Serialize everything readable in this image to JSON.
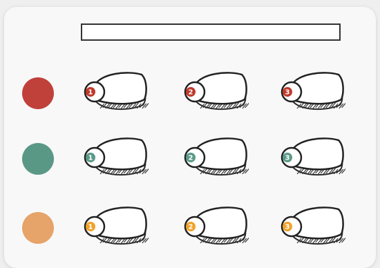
{
  "title_text": "",
  "rows": [
    {
      "name": "red",
      "color": "#c0392b",
      "dot_color": "#c0403a",
      "numbers": [
        "1",
        "2",
        "3"
      ]
    },
    {
      "name": "teal",
      "color": "#5a9a88",
      "dot_color": "#5a9886",
      "numbers": [
        "1",
        "2",
        "3"
      ]
    },
    {
      "name": "orange",
      "color": "#f0a32a",
      "dot_color": "#e6a36a",
      "numbers": [
        "1",
        "2",
        "3"
      ]
    }
  ]
}
